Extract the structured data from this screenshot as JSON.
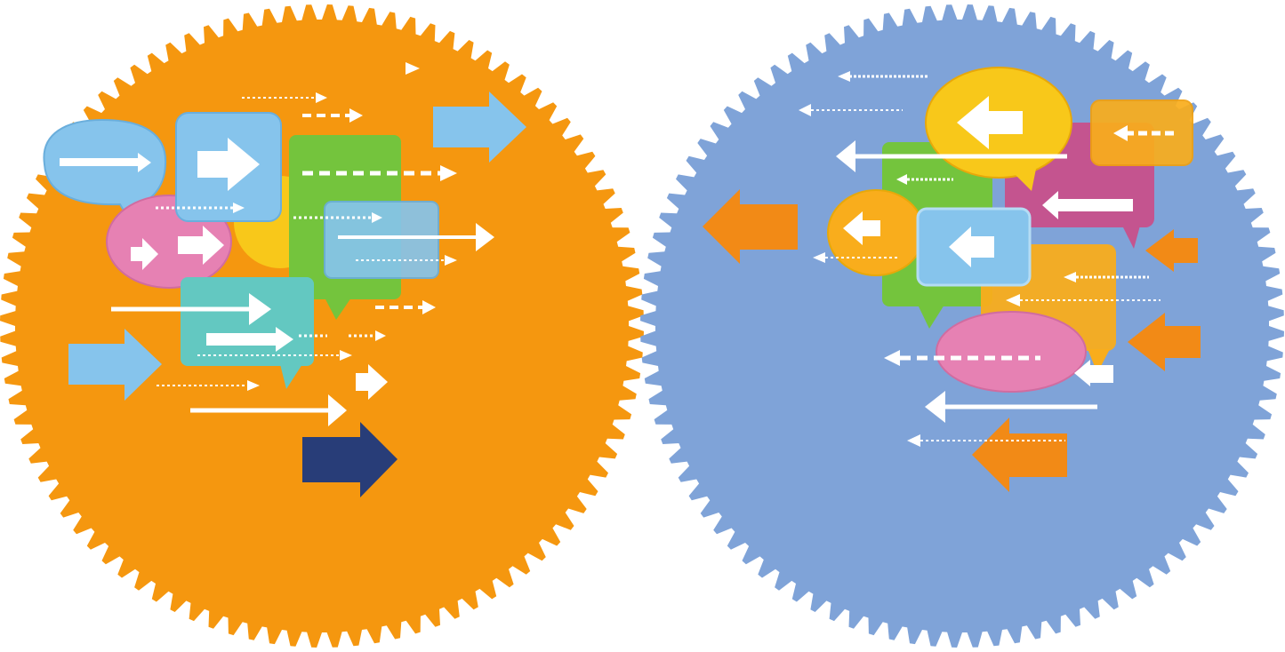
{
  "colors": {
    "background": "#ffffff",
    "orange_gear": "#f5970f",
    "blue_gear": "#7fa3d8",
    "light_blue": "#86c4ec",
    "pink": "#e681b3",
    "yellow": "#f8c81a",
    "green": "#74c43d",
    "teal": "#63c8c1",
    "navy": "#283d78",
    "orange_arrow": "#f28a16",
    "magenta": "#c4548f",
    "white": "#ffffff"
  },
  "left_gear": {
    "theme": "outgoing",
    "direction": "right",
    "icons": [
      "speech-bubble-icon",
      "arrow-right-icon",
      "dashed-arrow-right-icon"
    ]
  },
  "right_gear": {
    "theme": "incoming",
    "direction": "left",
    "icons": [
      "speech-bubble-icon",
      "arrow-left-icon",
      "dashed-arrow-left-icon"
    ]
  }
}
